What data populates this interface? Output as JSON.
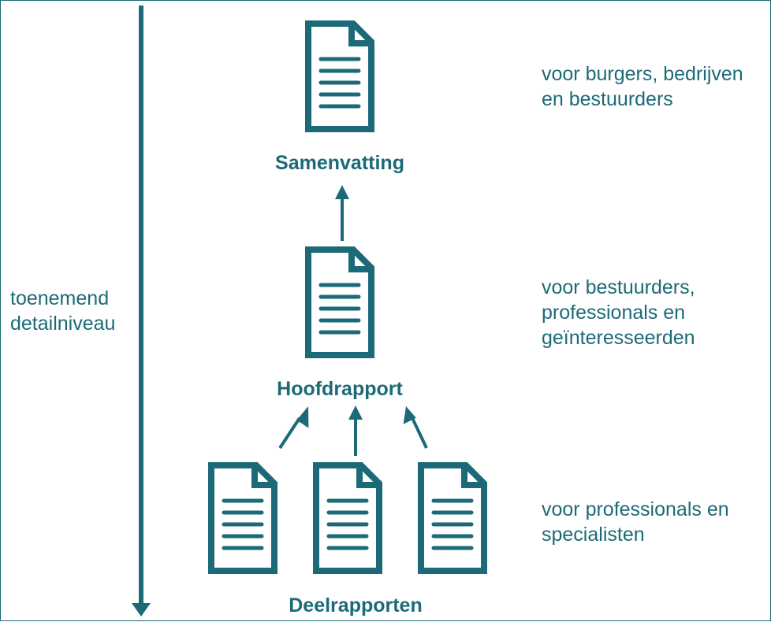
{
  "axis": {
    "label_lines": [
      "toenemend",
      "detailniveau"
    ]
  },
  "documents": {
    "summary": {
      "title": "Samenvatting"
    },
    "main": {
      "title": "Hoofdrapport"
    },
    "parts": {
      "title": "Deelrapporten"
    }
  },
  "audiences": {
    "summary": [
      "voor burgers, bedrijven",
      "en bestuurders"
    ],
    "main": [
      "voor bestuurders,",
      "professionals en",
      "geïnteresseerden"
    ],
    "parts": [
      "voor professionals en",
      "specialisten"
    ]
  },
  "colors": {
    "primary": "#1c6a78",
    "background": "#ffffff"
  }
}
